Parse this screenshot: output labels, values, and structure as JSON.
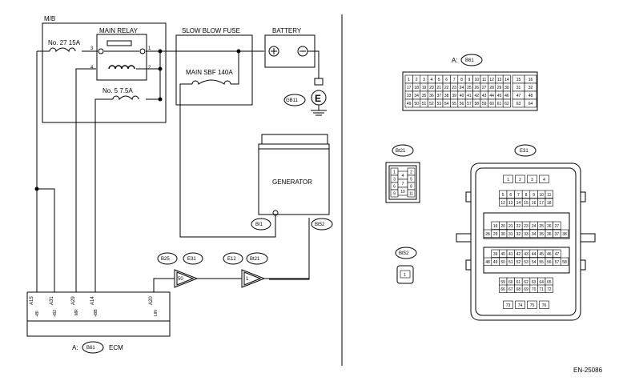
{
  "doc_code": "EN-25086",
  "mb_label": "M/B",
  "main_relay": {
    "label": "MAIN RELAY",
    "pins": [
      "1",
      "2",
      "3",
      "4"
    ]
  },
  "fuses": {
    "no27": "No. 27  15A",
    "no5": "No. 5  7.5A",
    "sbf_title": "SLOW BLOW FUSE",
    "sbf_label": "MAIN SBF 140A"
  },
  "battery_label": "BATTERY",
  "ground_label": "GB11",
  "ground_symbol": "E",
  "generator_label": "GENERATOR",
  "connectors": {
    "bt1": "Bt1",
    "bt52": "Bt52",
    "b25": "B25",
    "e31": "E31",
    "e12": "E12",
    "bt21": "Bt21",
    "b61": "B61"
  },
  "junctions": {
    "j1_pin": "50",
    "j2_pin": "1"
  },
  "ecm": {
    "label_prefix": "A:",
    "connector": "B61",
    "label_suffix": "ECM",
    "pins": [
      {
        "term": "A15",
        "sig": "+BI"
      },
      {
        "term": "A31",
        "sig": "+B2"
      },
      {
        "term": "A29",
        "sig": "MR"
      },
      {
        "term": "A14",
        "sig": "+BB"
      },
      {
        "term": "A20",
        "sig": "LIN"
      }
    ]
  },
  "face_b61": {
    "title_prefix": "A:",
    "title": "B61",
    "rows": [
      [
        "1",
        "2",
        "3",
        "4",
        "5",
        "6",
        "7",
        "8",
        "9",
        "10",
        "11",
        "12",
        "13",
        "14"
      ],
      [
        "17",
        "18",
        "19",
        "20",
        "21",
        "22",
        "23",
        "24",
        "25",
        "26",
        "27",
        "28",
        "29",
        "30"
      ],
      [
        "33",
        "34",
        "35",
        "36",
        "37",
        "38",
        "39",
        "40",
        "41",
        "42",
        "43",
        "44",
        "45",
        "46"
      ],
      [
        "49",
        "50",
        "51",
        "52",
        "53",
        "54",
        "55",
        "56",
        "57",
        "58",
        "59",
        "60",
        "61",
        "62"
      ]
    ],
    "side": [
      [
        "15",
        "16"
      ],
      [
        "31",
        "32"
      ],
      [
        "47",
        "48"
      ],
      [
        "63",
        "64"
      ]
    ]
  },
  "face_bt21": {
    "title": "Bt21",
    "left": [
      "1",
      "3",
      "6",
      "9"
    ],
    "center": [
      "4",
      "7",
      "10"
    ],
    "right": [
      "2",
      "5",
      "8",
      "11"
    ]
  },
  "face_bt52": {
    "title": "Bt52",
    "pins": [
      "1"
    ]
  },
  "face_e31": {
    "title": "E31",
    "rows": [
      [
        "1",
        "2",
        "3",
        "4"
      ],
      [
        "5",
        "6",
        "7",
        "8",
        "9",
        "10",
        "11"
      ],
      [
        "12",
        "13",
        "14",
        "15",
        "16",
        "17",
        "18"
      ],
      [
        "19",
        "20",
        "21",
        "22",
        "23",
        "24",
        "25",
        "26",
        "27"
      ],
      [
        "28",
        "29",
        "30",
        "31",
        "32",
        "33",
        "34",
        "35",
        "36",
        "37",
        "38"
      ],
      [
        "39",
        "40",
        "41",
        "42",
        "43",
        "44",
        "45",
        "46",
        "47"
      ],
      [
        "48",
        "49",
        "50",
        "51",
        "52",
        "53",
        "54",
        "55",
        "56",
        "57",
        "58"
      ],
      [
        "59",
        "60",
        "61",
        "62",
        "63",
        "64",
        "65"
      ],
      [
        "66",
        "67",
        "68",
        "69",
        "70",
        "71",
        "72"
      ],
      [
        "73",
        "74",
        "75",
        "76"
      ]
    ]
  }
}
